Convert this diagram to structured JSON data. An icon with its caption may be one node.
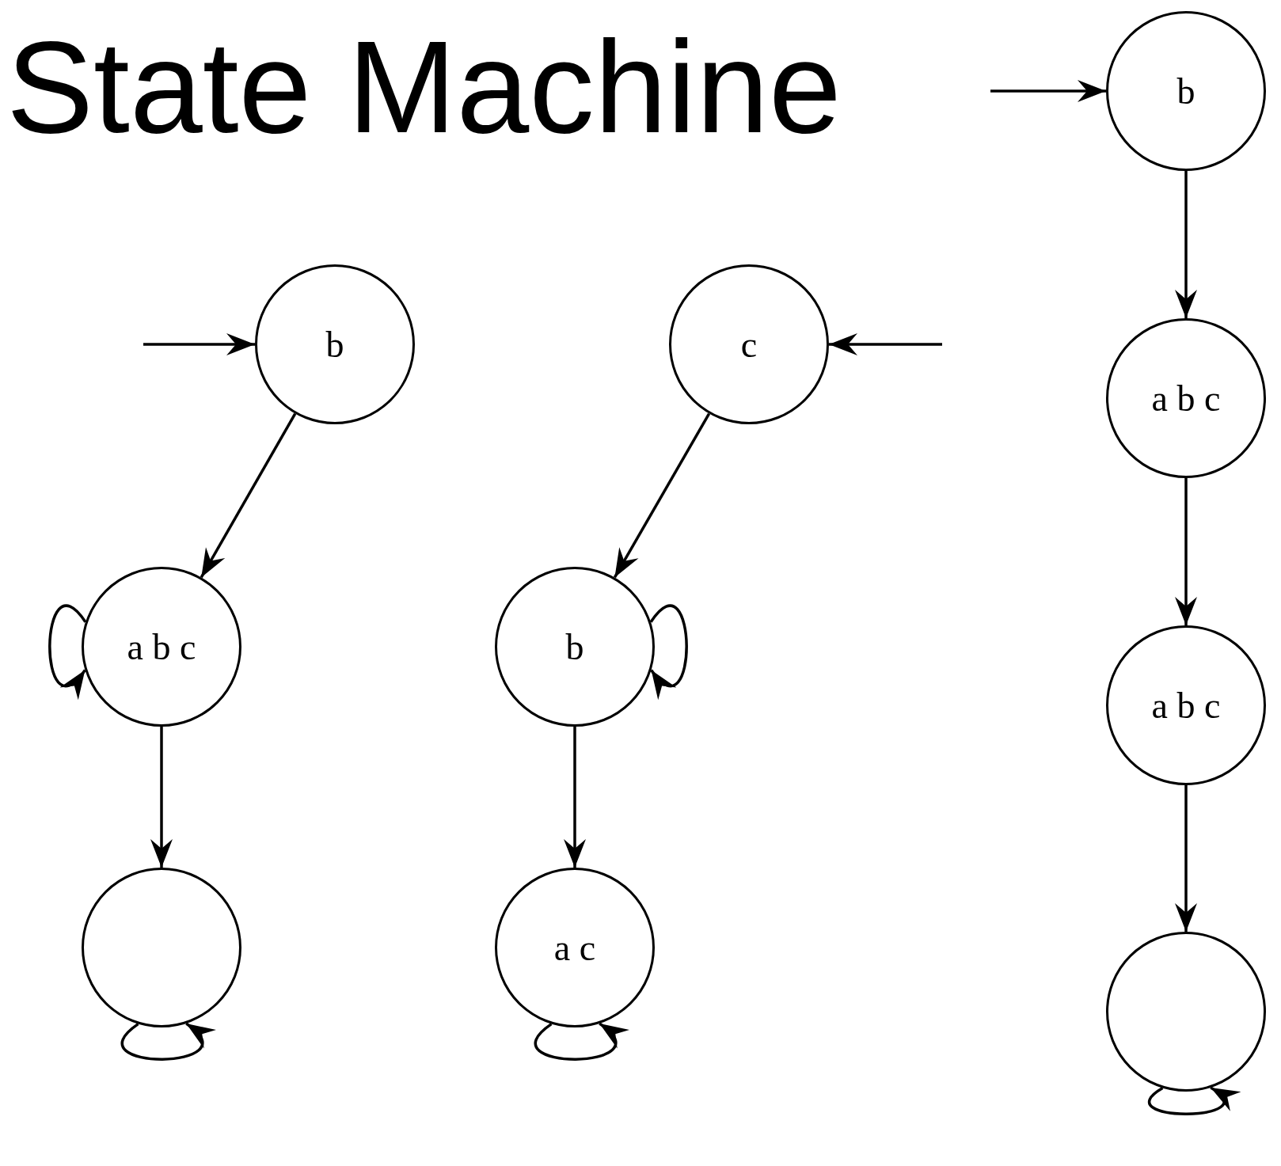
{
  "diagram": {
    "title": "State Machine",
    "nodes": [
      {
        "text": [
          "b"
        ]
      },
      {
        "text": [
          "a b c"
        ]
      },
      {
        "text": [],
        "shape": "circle"
      },
      {
        "text": [
          "c"
        ]
      },
      {
        "text": [
          "b"
        ]
      },
      {
        "text": [
          "a c"
        ]
      },
      {
        "text": [
          "b"
        ]
      },
      {
        "text": [
          "a b c"
        ]
      },
      {
        "text": [
          "a b c"
        ]
      },
      {
        "text": [],
        "shape": "circle"
      }
    ],
    "edges": [
      {
        "from": null,
        "to": 0,
        "arrow": "to"
      },
      {
        "from": 0,
        "to": 1,
        "arrow": "to"
      },
      {
        "from": 1,
        "to": 1,
        "arrow": "to"
      },
      {
        "from": 1,
        "to": 2,
        "arrow": "to"
      },
      {
        "from": 2,
        "to": 2,
        "arrow": "to"
      },
      {
        "from": null,
        "to": 3,
        "arrow": "to"
      },
      {
        "from": 3,
        "to": 4,
        "arrow": "to"
      },
      {
        "from": 4,
        "to": 4,
        "arrow": "to"
      },
      {
        "from": 4,
        "to": 5,
        "arrow": "to"
      },
      {
        "from": 5,
        "to": 5,
        "arrow": "to"
      },
      {
        "from": null,
        "to": 6,
        "arrow": "to"
      },
      {
        "from": 6,
        "to": 7,
        "arrow": "to"
      },
      {
        "from": 7,
        "to": 8,
        "arrow": "to"
      },
      {
        "from": 8,
        "to": 9,
        "arrow": "to"
      },
      {
        "from": 9,
        "to": 9,
        "arrow": "to"
      }
    ]
  }
}
